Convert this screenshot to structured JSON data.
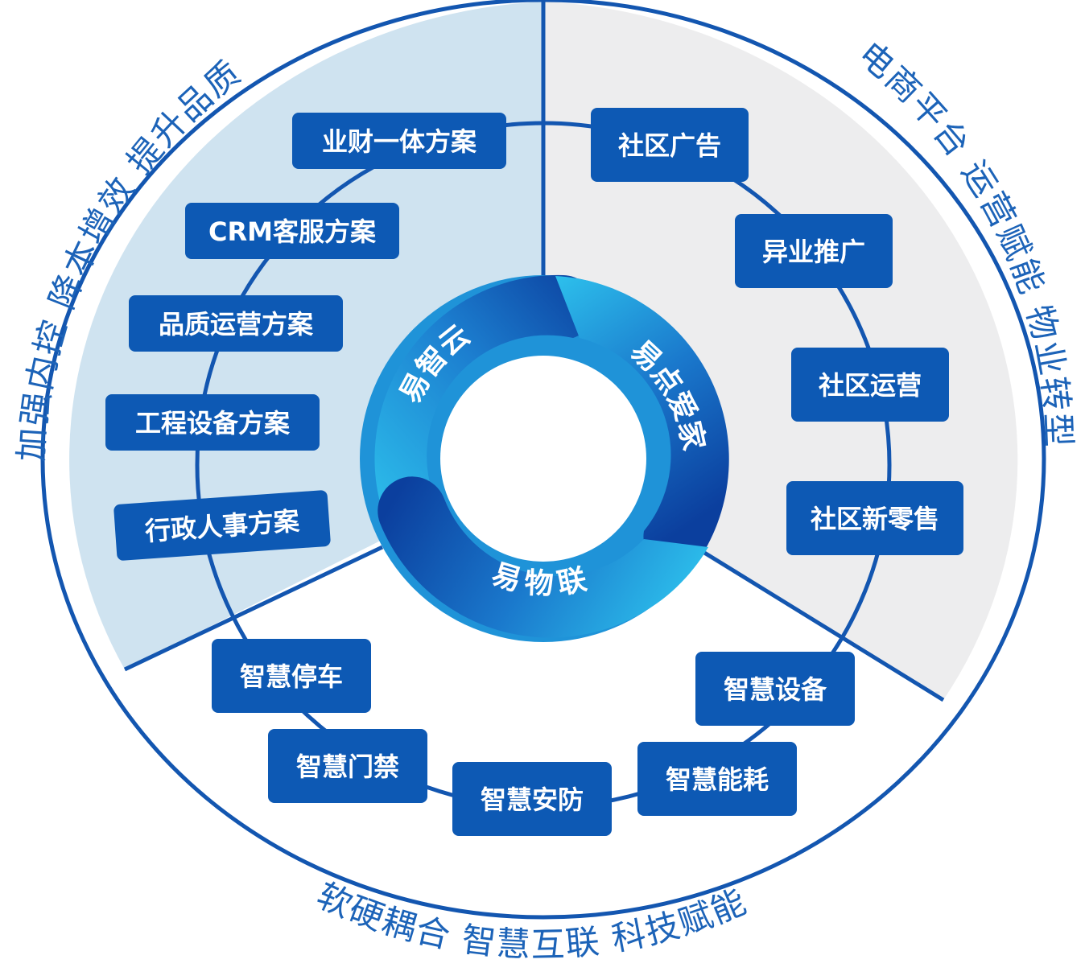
{
  "colors": {
    "primary": "#1356b0",
    "node": "#0d59b4",
    "sector_left": "#cfe3f0",
    "sector_right": "#ededee",
    "ring_light": "#21b3e6",
    "ring_dark": "#0b3f9e"
  },
  "core_segments": [
    {
      "id": "yizhiyun",
      "label": "易智云"
    },
    {
      "id": "yidian",
      "label": "易点爱家"
    },
    {
      "id": "yiwulian",
      "label": "易物联"
    }
  ],
  "sector_slogans": {
    "left": "加强内控 降本增效 提升品质",
    "right": "电商平台 运营赋能 物业转型",
    "bottom": "软硬耦合 智慧互联 科技赋能"
  },
  "nodes": {
    "left": [
      "业财一体方案",
      "CRM客服方案",
      "品质运营方案",
      "工程设备方案",
      "行政人事方案"
    ],
    "right": [
      "社区广告",
      "异业推广",
      "社区运营",
      "社区新零售"
    ],
    "bottom": [
      "智慧停车",
      "智慧门禁",
      "智慧安防",
      "智慧能耗",
      "智慧设备"
    ]
  }
}
